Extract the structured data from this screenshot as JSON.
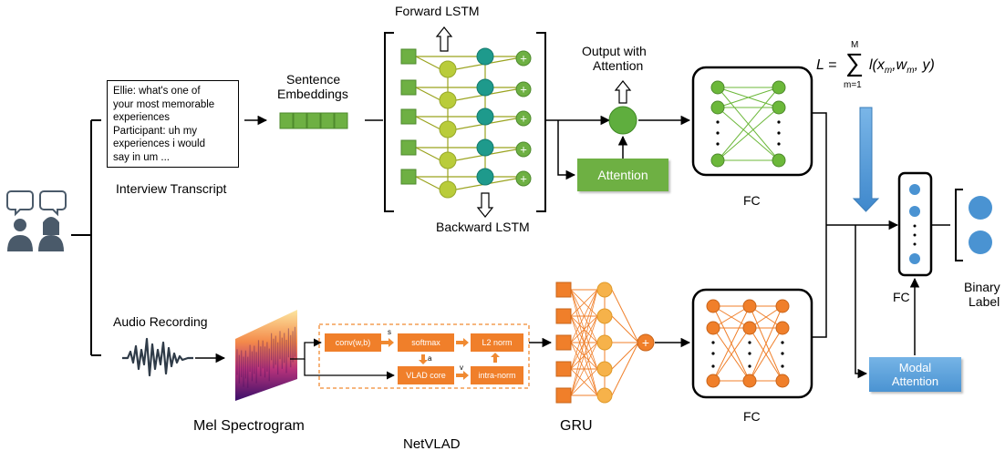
{
  "colors": {
    "green": "#6eb043",
    "teal": "#1e9a8c",
    "yellow_green": "#b9cc3a",
    "orange": "#f07f2a",
    "orange_light": "#f6b24a",
    "blue": "#4a93d2"
  },
  "labels": {
    "forward_lstm": "Forward LSTM",
    "backward_lstm": "Backward LSTM",
    "sentence_embeddings_1": "Sentence",
    "sentence_embeddings_2": "Embeddings",
    "output_with_attention_1": "Output with",
    "output_with_attention_2": "Attention",
    "attention": "Attention",
    "interview_transcript": "Interview Transcript",
    "audio_recording": "Audio Recording",
    "mel_spectrogram": "Mel Spectrogram",
    "netvlad": "NetVLAD",
    "gru": "GRU",
    "fc_top": "FC",
    "fc_bottom": "FC",
    "fc_right": "FC",
    "binary_label_1": "Binary",
    "binary_label_2": "Label",
    "modal_attention_1": "Modal",
    "modal_attention_2": "Attention"
  },
  "transcript_lines": [
    "Ellie: what's one of",
    "your most memorable",
    "experiences",
    "Participant: uh my",
    "experiences i would",
    "say in um ..."
  ],
  "netvlad_blocks": {
    "conv": "conv(w,b)",
    "softmax": "softmax",
    "l2norm": "L2 norm",
    "vlad_core": "VLAD core",
    "intra_norm": "intra-norm",
    "s": "s",
    "a": "a",
    "v": "v"
  },
  "formula": {
    "lhs": "L =",
    "sum_top": "M",
    "sum_bottom": "m=1",
    "body": "l(x",
    "sub_m1": "m",
    "mid": ",w",
    "sub_m2": "m",
    "tail": ", y)"
  }
}
